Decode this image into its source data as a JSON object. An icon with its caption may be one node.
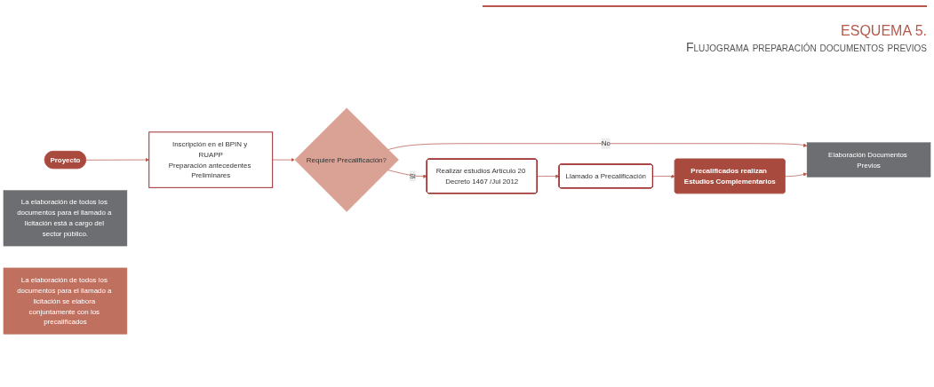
{
  "diagram": {
    "title": "ESQUEMA 5.",
    "caption": "Flujograma preparación documentos previos",
    "nodes": [
      {
        "text": [
          "Proyecto"
        ]
      },
      {
        "text": [
          "Inscripción en el BPIN y RUAPP",
          "Preparación antecedentes Preliminares"
        ]
      },
      {
        "text": [
          "Requiere Precalificación?"
        ]
      },
      {
        "text": [
          "Realizar estudios Artículo 20 Decreto 1467 /Jul 2012"
        ]
      },
      {
        "text": [
          "Llamado a Precalificación"
        ]
      },
      {
        "text": [
          "Precalificados realizan Estudios Complementarios"
        ]
      },
      {
        "text": [
          "Elaboración Documentos Previos"
        ]
      },
      {
        "text": [
          "La elaboración de todos los documentos para el llamado a licitación está a cargo del sector público."
        ]
      },
      {
        "text": [
          "La elaboración de todos los documentos para el llamado a licitación se elabora conjuntamente con los precalificados"
        ]
      }
    ],
    "edges": [
      {
        "from": 0,
        "to": 1,
        "arrow": "to"
      },
      {
        "from": 1,
        "to": 2,
        "arrow": "to"
      },
      {
        "from": 2,
        "to": 6,
        "arrow": "to",
        "label": "No"
      },
      {
        "from": 2,
        "to": 3,
        "arrow": "to",
        "label": "Si"
      },
      {
        "from": 3,
        "to": 4,
        "arrow": "to"
      },
      {
        "from": 4,
        "to": 5,
        "arrow": "to"
      },
      {
        "from": 5,
        "to": 6,
        "arrow": "to"
      }
    ]
  }
}
